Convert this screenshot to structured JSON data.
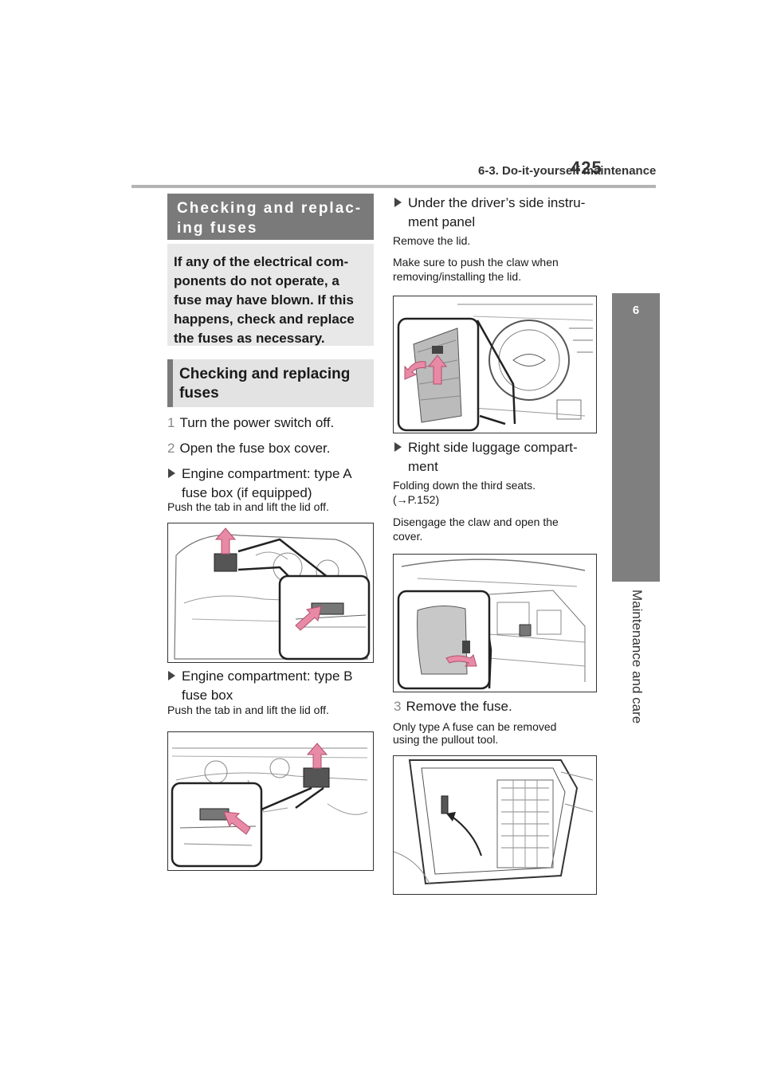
{
  "header": {
    "section_title": "6-3. Do-it-yourself maintenance",
    "page_number": "425"
  },
  "side_tab": {
    "number": "6",
    "title": "Maintenance and care"
  },
  "left_column": {
    "main_heading": "Checking and replac-\ning fuses",
    "intro": "If any of the electrical com-\nponents do not operate, a\nfuse may have blown. If this\nhappens, check and replace\nthe fuses as necessary.",
    "subheading": "Checking and replacing\nfuses",
    "step1_num": "1",
    "step1_text": "Turn the power switch off.",
    "step2_num": "2",
    "step2_text": "Open the fuse box cover.",
    "bullet_a_line1": "Engine compartment: type A",
    "bullet_a_line2": "fuse box (if equipped)",
    "note_a": "Push the tab in and lift the lid off.",
    "bullet_b_line1": "Engine compartment: type B",
    "bullet_b_line2": "fuse box",
    "note_b": "Push the tab in and lift the lid off."
  },
  "right_column": {
    "bullet_c_line1": "Under the driver’s side instru-",
    "bullet_c_line2": "ment panel",
    "note_c1": "Remove the lid.",
    "note_c2": "Make sure to push the claw when\nremoving/installing the lid.",
    "bullet_d_line1": "Right side luggage compart-",
    "bullet_d_line2": "ment",
    "note_d1": "Folding down the third seats.\n(→P.152)",
    "note_d2": "Disengage the claw and open the\ncover.",
    "step3_num": "3",
    "step3_text": "Remove the fuse.",
    "note_e": "Only type A fuse can be removed\nusing the pullout tool."
  },
  "colors": {
    "heading_gray": "#7a7a7a",
    "box_gray": "#e8e8e8",
    "arrow_pink": "#e88aa6"
  }
}
